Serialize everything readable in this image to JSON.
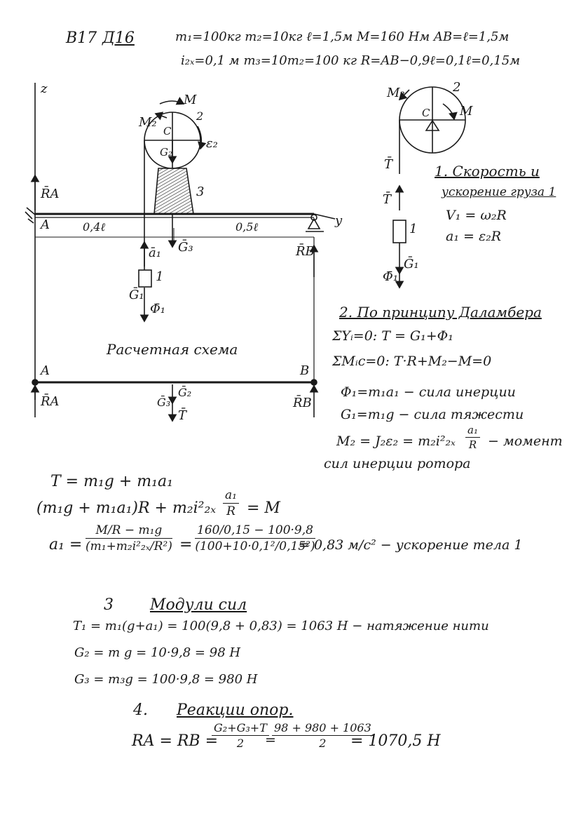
{
  "header": {
    "variant": "B17",
    "task": "Д16",
    "line1": "m₁=100кг   m₂=10кг   ℓ=1,5м   M=160 Hм   AB=ℓ=1,5м",
    "line2": "i₂ₓ=0,1 м     m₃=10m₂=100 кг     R=AB−0,9ℓ=0,1ℓ=0,15м"
  },
  "diagram": {
    "z": "z",
    "y": "y",
    "M": "M",
    "C": "C",
    "body2": "2",
    "body3": "3",
    "body1": "1",
    "M2": "M₂",
    "eps2": "ε₂",
    "G2": "G₂",
    "RA": "R̄A",
    "RB": "R̄B",
    "A": "A",
    "B": "B",
    "dist_left": "0,4ℓ",
    "dist_right": "0,5ℓ",
    "a1": "ā₁",
    "G3": "Ḡ₃",
    "G1": "Ḡ₁",
    "Phi1": "Φ̄₁",
    "scheme_title": "Расчетная   схема",
    "T": "T̄",
    "G3b": "Ḡ₃",
    "G2b": "Ḡ₂"
  },
  "small_diagram": {
    "M2": "M₂",
    "body2": "2",
    "C": "C",
    "M": "M",
    "T": "T̄",
    "body1": "1",
    "G1": "Ḡ₁",
    "Phi1": "Φ̄₁"
  },
  "section1": {
    "title_line1": "1. Скорость и",
    "title_line2": "ускорение груза 1",
    "eq1": "V₁ = ω₂R",
    "eq2": "a₁ = ε₂R"
  },
  "section2": {
    "title": "2. По принципу Даламбера",
    "eq1": "ΣYᵢ=0:  T = G₁+Φ₁",
    "eq2": "ΣMᵢc=0:  T·R+M₂−M=0",
    "eq3": "Φ₁=m₁a₁ − сила инерции",
    "eq4": "G₁=m₁g − сила тяжести",
    "eq5_left": "M₂ = J₂ε₂ = m₂i²₂ₓ",
    "eq5_frac_num": "a₁",
    "eq5_frac_den": "R",
    "eq5_right": "− момент",
    "eq5_cont": "сил инерции ротора"
  },
  "derivation": {
    "line1": "T = m₁g + m₁a₁",
    "line2_left": "(m₁g + m₁a₁)R + m₂i²₂ₓ",
    "line2_frac_num": "a₁",
    "line2_frac_den": "R",
    "line2_right": "= M",
    "a1_label": "a₁ =",
    "f1_num": "M/R − m₁g",
    "f1_den": "(m₁+m₂i²₂ₓ/R²)",
    "eq_sign": "=",
    "f2_num": "160/0,15 − 100·9,8",
    "f2_den": "(100+10·0,1²/0,15²)",
    "result": "= 0,83 м/с²  − ускорение тела 1"
  },
  "section3": {
    "num": "3",
    "title": "Модули сил",
    "eq1": "T₁ = m₁(g+a₁) = 100(9,8 + 0,83) = 1063 H  − натяжение нити",
    "eq2": "G₂ = m g = 10·9,8 = 98  H",
    "eq3": "G₃ = m₃g = 100·9,8 = 980 H"
  },
  "section4": {
    "num": "4.",
    "title": "Реакции опор.",
    "lhs": "RA = RB =",
    "f1_num": "G₂+G₃+T",
    "f1_den": "2",
    "eq": "=",
    "f2_num": "98 + 980 + 1063",
    "f2_den": "2",
    "result": "= 1070,5 H"
  }
}
